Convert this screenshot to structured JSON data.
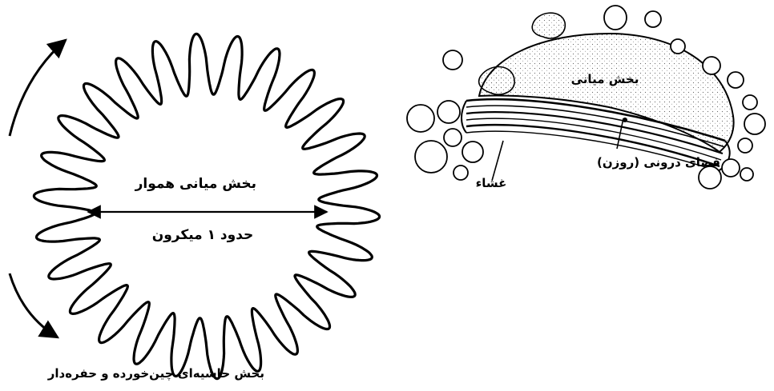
{
  "diagram": {
    "left_figure": {
      "center_label": "بخش میانی هموار",
      "size_label": "حدود ۱ میکرون",
      "rim_label": "بخش حاشیه‌ای چین‌خورده و حفره‌دار"
    },
    "right_figure": {
      "center_label": "بخش میانی",
      "lumen_label": "فضای درونی (روزن)",
      "membrane_label": "غشاء"
    }
  }
}
